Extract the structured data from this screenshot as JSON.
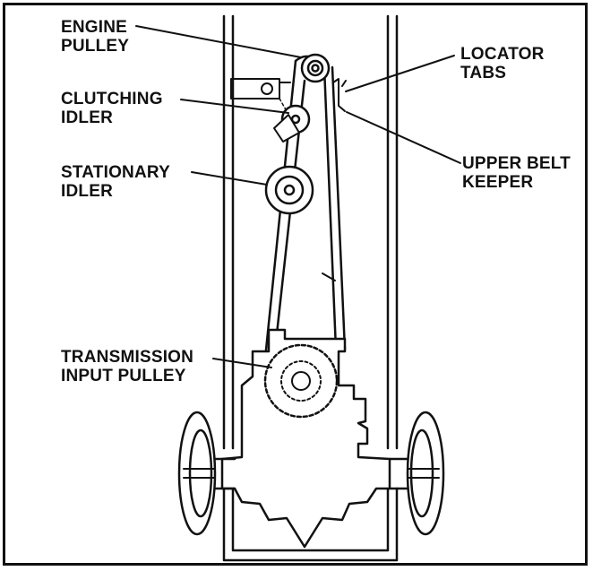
{
  "labels": {
    "engine_pulley": [
      "ENGINE",
      "PULLEY"
    ],
    "clutching_idler": [
      "CLUTCHING",
      "IDLER"
    ],
    "stationary_idler": [
      "STATIONARY",
      "IDLER"
    ],
    "transmission_input_pulley": [
      "TRANSMISSION",
      "INPUT PULLEY"
    ],
    "locator_tabs": [
      "LOCATOR",
      "TABS"
    ],
    "upper_belt_keeper": [
      "UPPER BELT",
      "KEEPER"
    ]
  },
  "colors": {
    "ink": "#111111",
    "background": "#ffffff"
  }
}
